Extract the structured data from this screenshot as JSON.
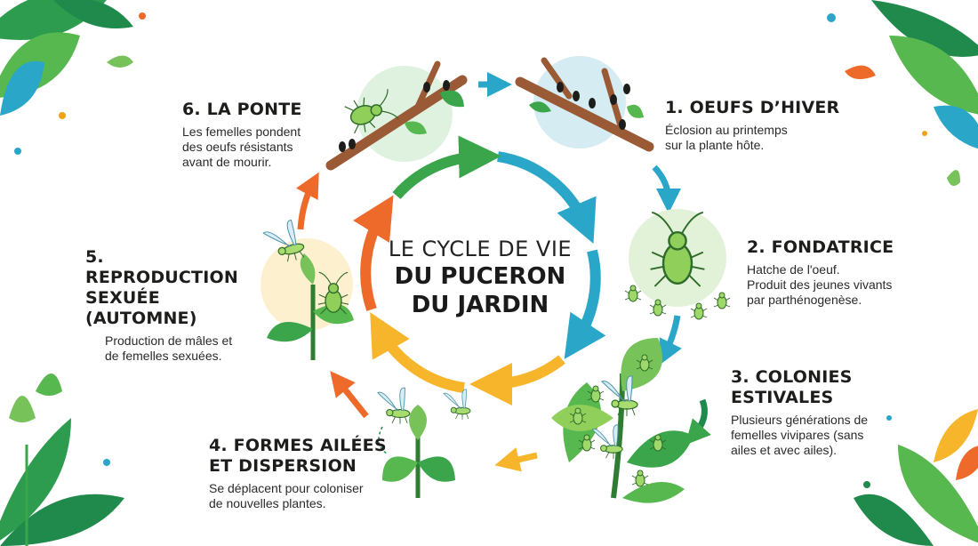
{
  "title": {
    "line1": "LE CYCLE DE VIE",
    "line2": "DU PUCERON",
    "line3": "DU JARDIN"
  },
  "stages": [
    {
      "title": "1. OEUFS D’HIVER",
      "desc": "Éclosion au printemps\nsur la plante hôte."
    },
    {
      "title": "2. FONDATRICE",
      "desc": "Hatche de l'oeuf.\nProduit des jeunes vivants\npar parthénogenèse."
    },
    {
      "title": "3. COLONIES\nESTIVALES",
      "desc": "Plusieurs générations de\nfemelles vivipares (sans\nailes et avec ailes)."
    },
    {
      "title": "4. FORMES AILÉES\nET DISPERSION",
      "desc": "Se déplacent pour coloniser\nde nouvelles plantes."
    },
    {
      "title": "5. REPRODUCTION\nSEXUÉE\n(AUTOMNE)",
      "desc": "Production de mâles et\nde femelles sexuées."
    },
    {
      "title": "6. LA PONTE",
      "desc": "Les femelles pondent\ndes oeufs résistants\navant de mourir."
    }
  ],
  "icons": {
    "egg": "aphid-eggs-icon",
    "aphid": "aphid-icon",
    "winged": "winged-aphid-icon",
    "leaf": "leaf-icon",
    "arrow": "cycle-arrow-icon"
  },
  "colors": {
    "teal": "#2aa7c8",
    "green": "#3aa54a",
    "orange": "#ee6a2b",
    "yellow": "#f6b52a",
    "leaf_dark": "#1f8a4c",
    "branch": "#9a5a36"
  }
}
